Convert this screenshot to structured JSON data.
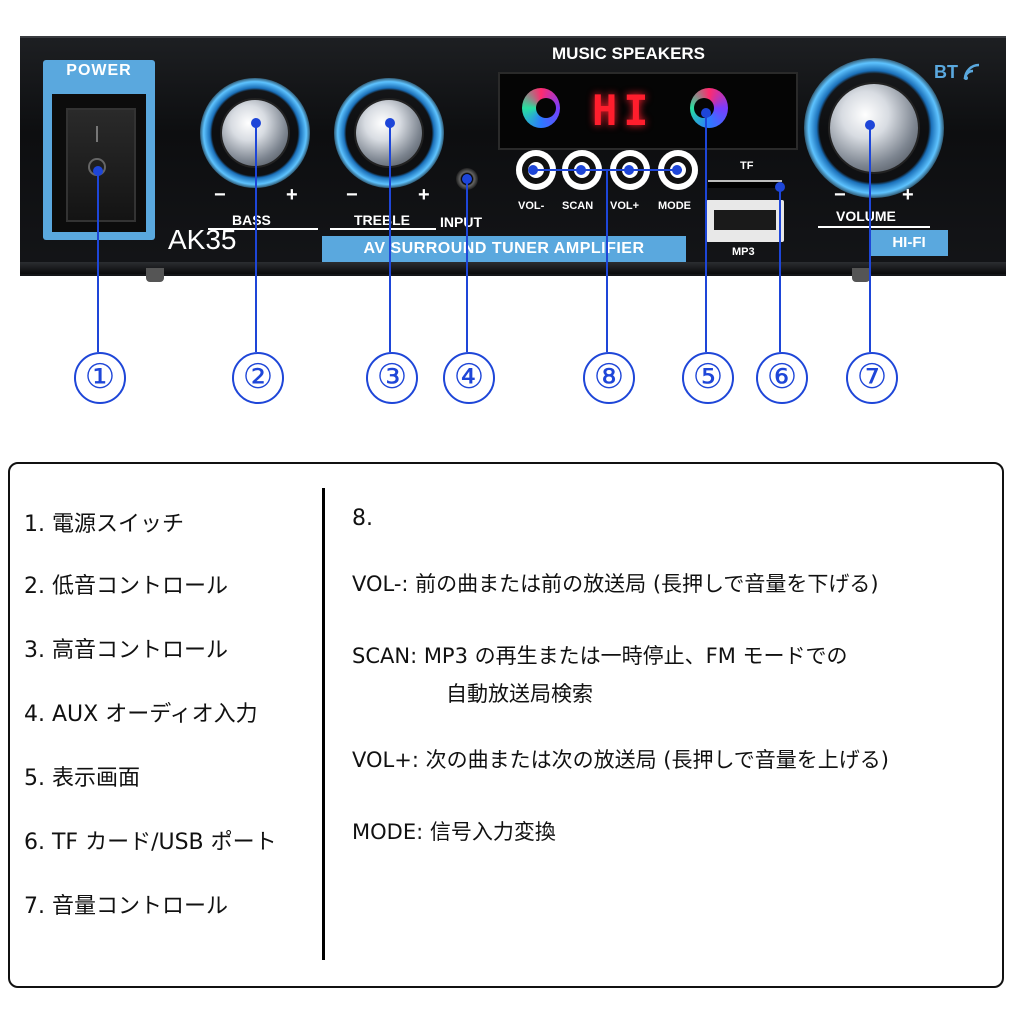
{
  "device": {
    "power_label": "POWER",
    "brand_title": "MUSIC SPEAKERS",
    "bt_label": "BT",
    "model": "AK35",
    "bass_label": "BASS",
    "treble_label": "TREBLE",
    "input_label": "INPUT",
    "volume_label": "VOLUME",
    "minus": "−",
    "plus": "+",
    "display_text": "HI",
    "buttons": [
      "VOL-",
      "SCAN",
      "VOL+",
      "MODE"
    ],
    "tf_label": "TF",
    "mp3_label": "MP3",
    "banner": "AV SURROUND TUNER AMPLIFIER",
    "hifi": "HI-FI"
  },
  "callouts": [
    "①",
    "②",
    "③",
    "④",
    "⑧",
    "⑤",
    "⑥",
    "⑦"
  ],
  "legend": {
    "left": [
      "1. 電源スイッチ",
      "2. 低音コントロール",
      "3. 高音コントロール",
      "4. AUX オーディオ入力",
      "5. 表示画面",
      "6. TF カード/USB ポート",
      "7. 音量コントロール"
    ],
    "right_title": "8.",
    "right": [
      "VOL-: 前の曲または前の放送局 (長押しで音量を下げる)",
      "SCAN: MP3 の再生または一時停止、FM モードでの",
      "自動放送局検索",
      "VOL+: 次の曲または次の放送局 (長押しで音量を上げる)",
      "MODE: 信号入力変換"
    ]
  },
  "colors": {
    "accent_blue": "#5aa8de",
    "callout_blue": "#1e46d8",
    "display_red": "#ff1e2d"
  }
}
